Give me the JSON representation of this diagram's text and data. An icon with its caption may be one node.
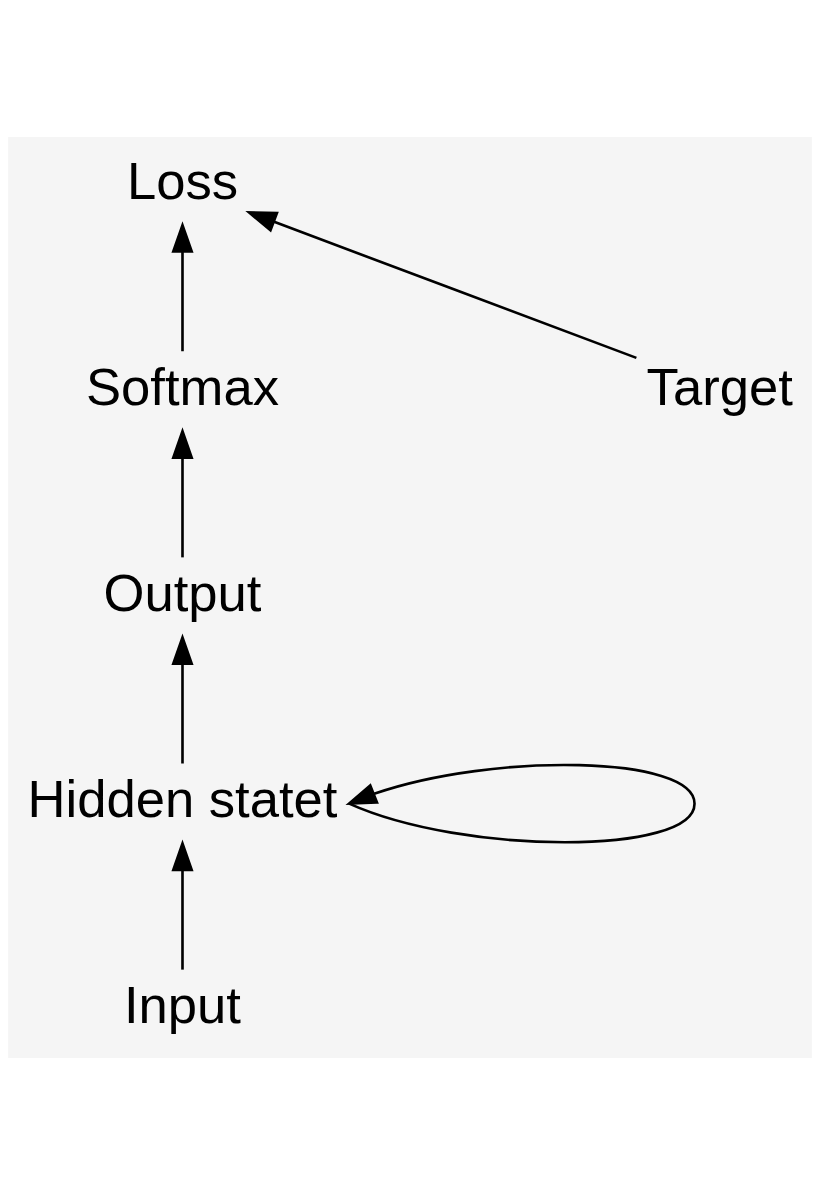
{
  "diagram": {
    "nodes": [
      {
        "text": [
          "Loss"
        ]
      },
      {
        "text": [
          "Softmax"
        ]
      },
      {
        "text": [
          "Target"
        ]
      },
      {
        "text": [
          "Output"
        ]
      },
      {
        "text": [
          "Hidden statet"
        ]
      },
      {
        "text": [
          "Input"
        ]
      }
    ],
    "edges": [
      {
        "from": 1,
        "to": 0,
        "arrow": "to"
      },
      {
        "from": 2,
        "to": 0,
        "arrow": "to"
      },
      {
        "from": 3,
        "to": 1,
        "arrow": "to"
      },
      {
        "from": 4,
        "to": 3,
        "arrow": "to"
      },
      {
        "from": 5,
        "to": 4,
        "arrow": "to"
      },
      {
        "from": 4,
        "to": 4,
        "arrow": "to"
      }
    ]
  }
}
